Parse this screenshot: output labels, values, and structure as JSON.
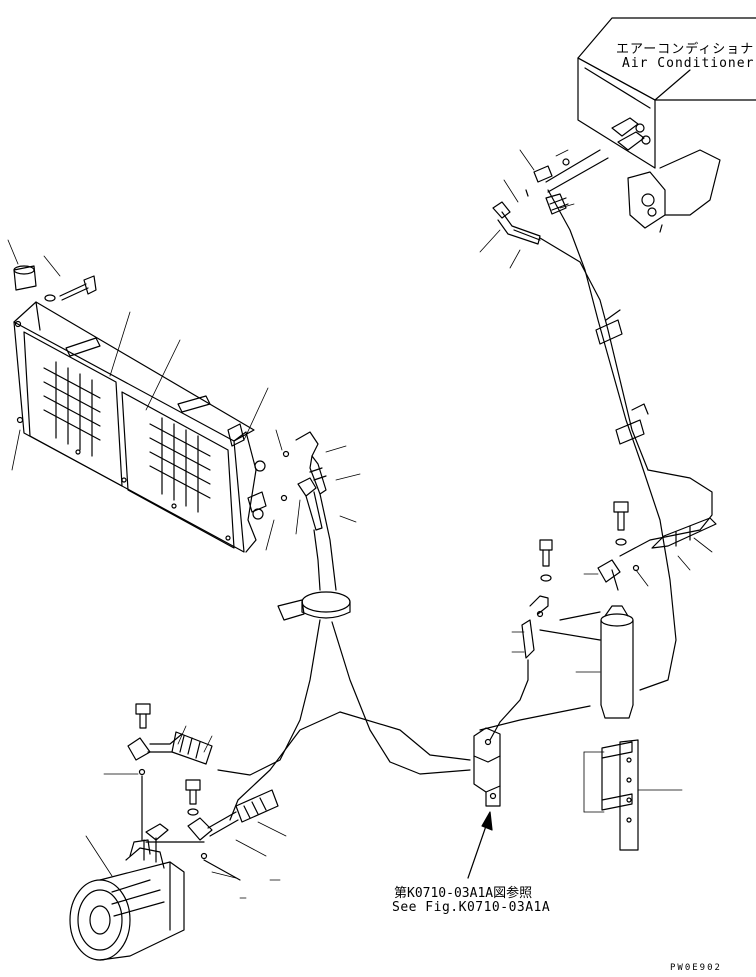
{
  "labels": {
    "air_conditioner_jp": "エアーコンディショナ",
    "air_conditioner_en": "Air Conditioner",
    "reference_jp": "第K0710-03A1A図参照",
    "reference_en": "See Fig.K0710-03A1A",
    "figure_code": "PW0E902"
  },
  "colors": {
    "line": "#000000",
    "background": "#ffffff"
  }
}
